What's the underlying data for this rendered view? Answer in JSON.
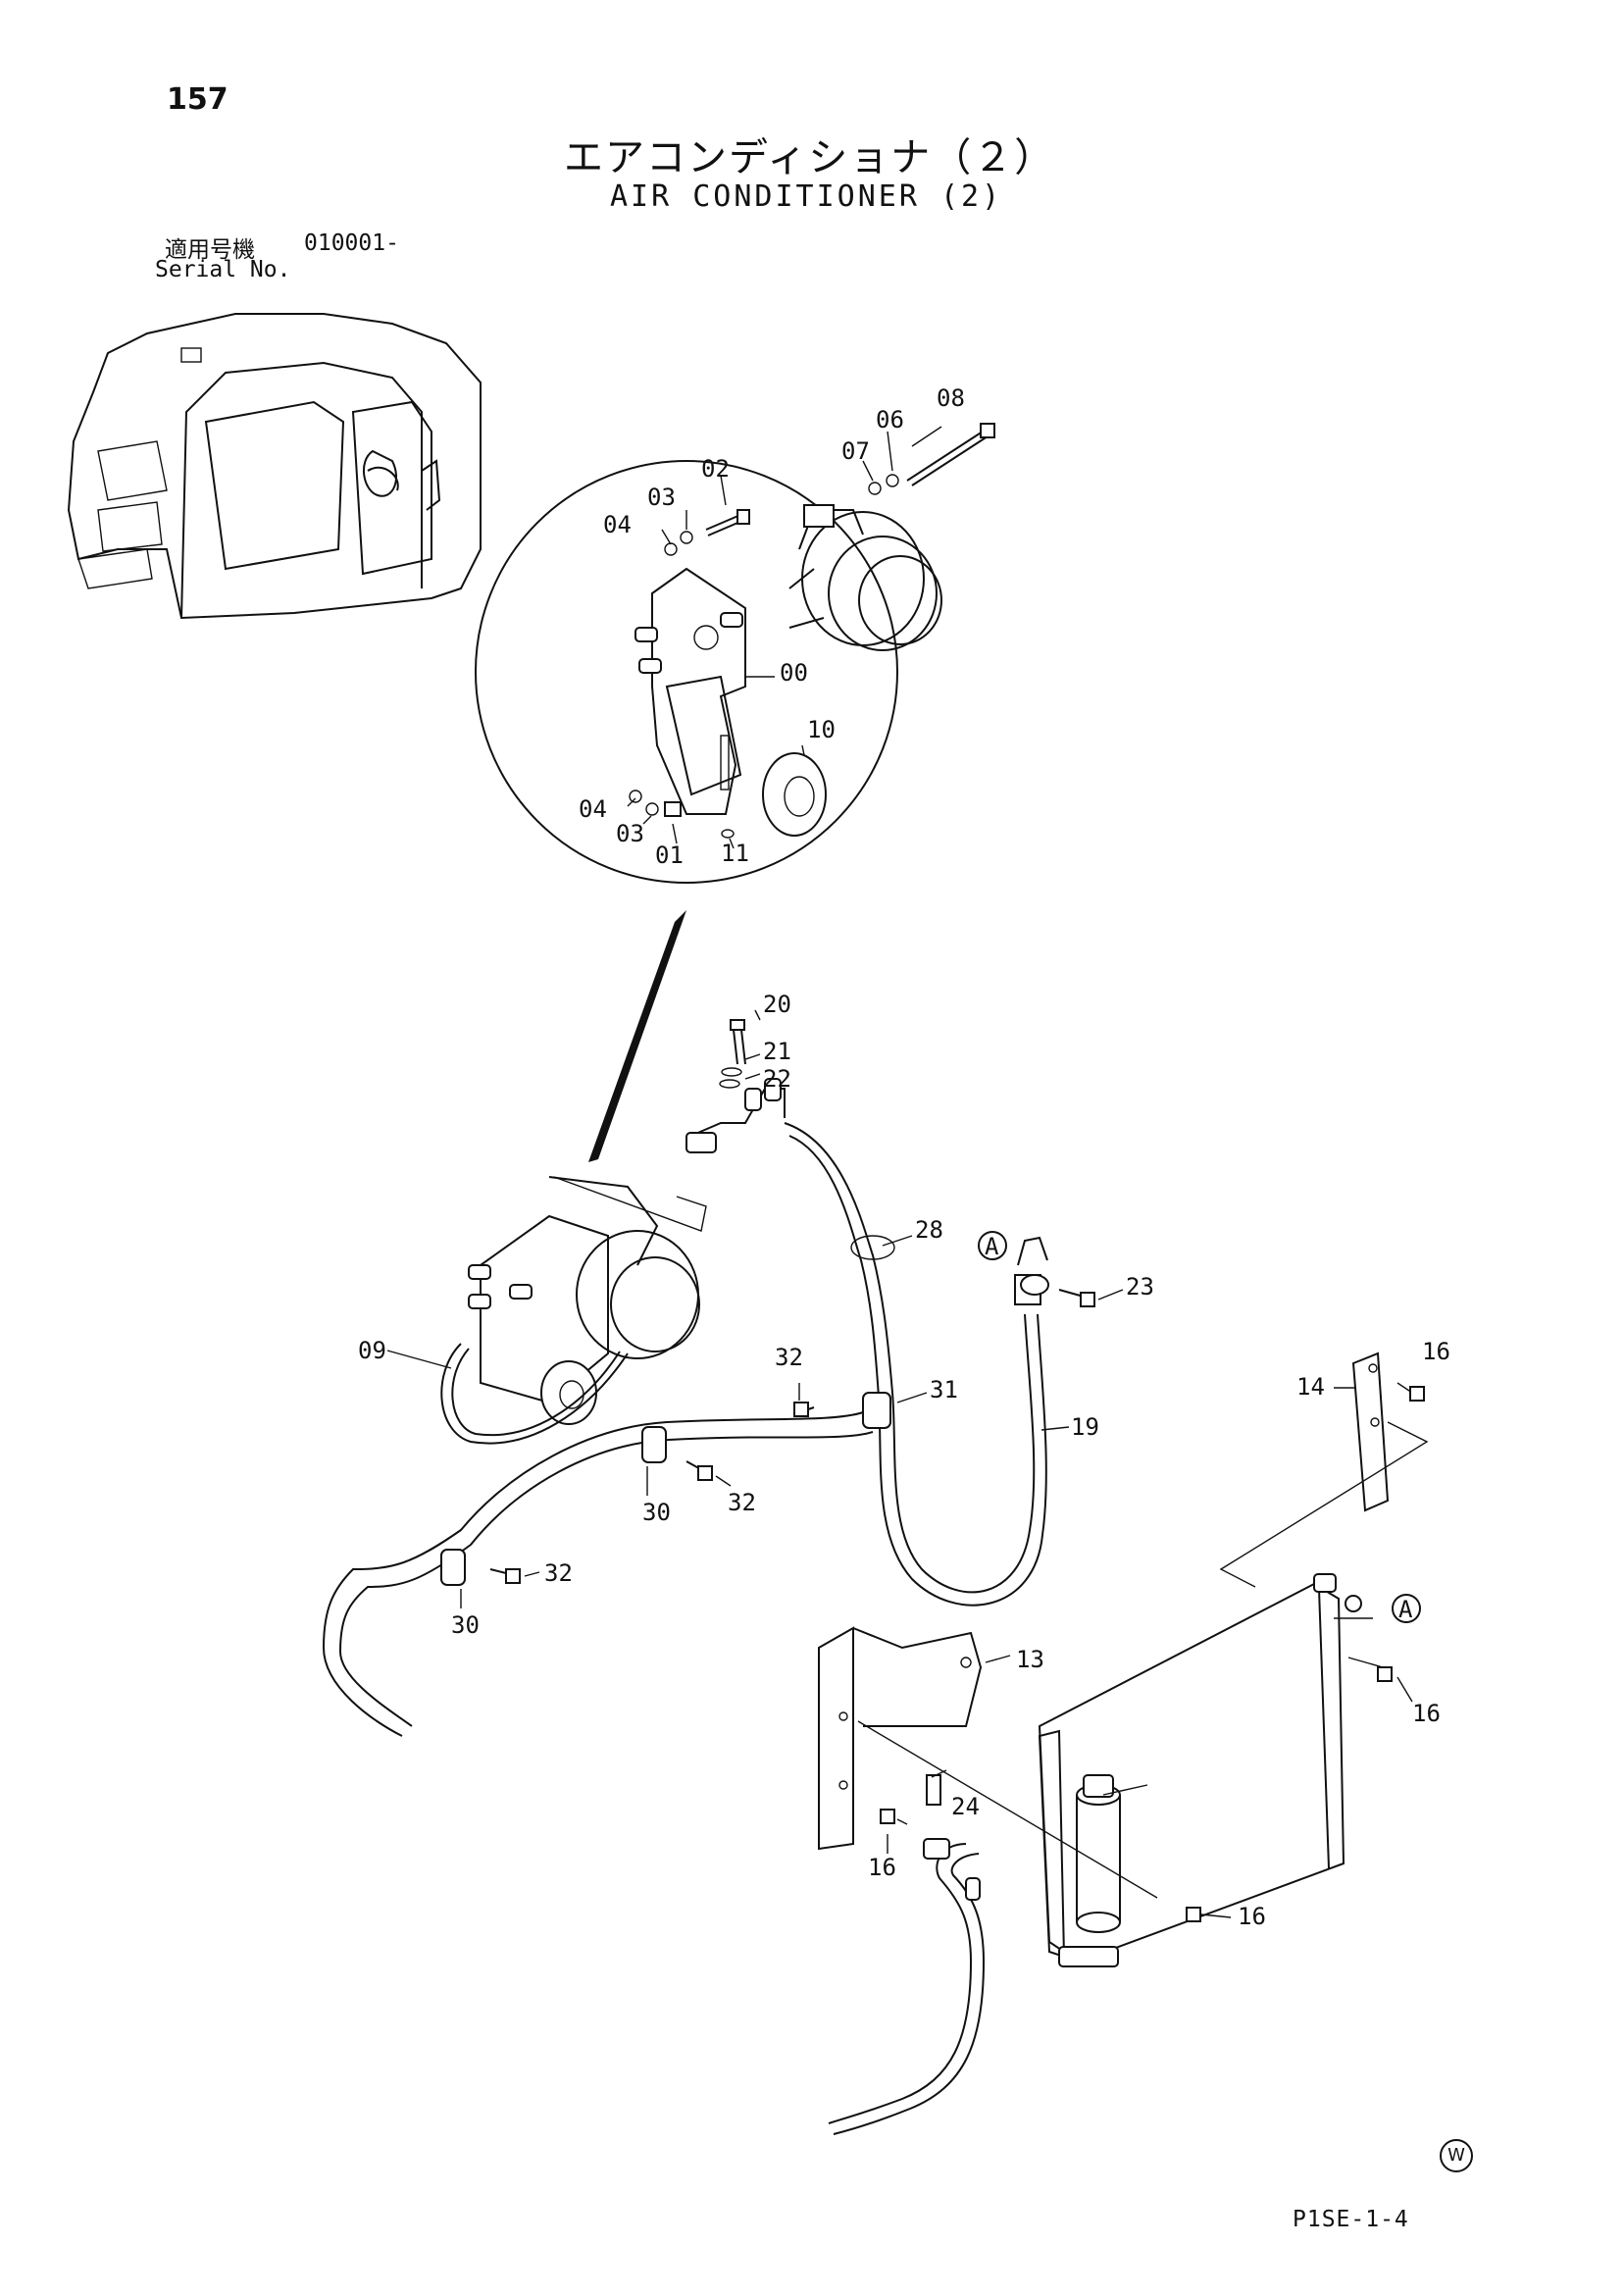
{
  "header": {
    "page_number": "157",
    "title_jp": "エアコンディショナ（２）",
    "title_en": "AIR CONDITIONER (2)",
    "serial_label_jp": "適用号機",
    "serial_value": "010001-",
    "serial_label_en": "Serial No."
  },
  "footer": {
    "watermark_symbol": "W",
    "page_code": "P1SE-1-4"
  },
  "callouts": {
    "c08": "08",
    "c06": "06",
    "c07": "07",
    "c02": "02",
    "c03a": "03",
    "c04a": "04",
    "c00": "00",
    "c10": "10",
    "c04b": "04",
    "c03b": "03",
    "c01": "01",
    "c11": "11",
    "c20": "20",
    "c21": "21",
    "c22": "22",
    "c28": "28",
    "cA1": "A",
    "c23": "23",
    "c09": "09",
    "c32a": "32",
    "c31": "31",
    "c19": "19",
    "c30a": "30",
    "c32b": "32",
    "c32c": "32",
    "c30b": "30",
    "c14": "14",
    "c16a": "16",
    "cA2": "A",
    "c16b": "16",
    "c13": "13",
    "c24": "24",
    "c16c": "16",
    "c16d": "16"
  }
}
